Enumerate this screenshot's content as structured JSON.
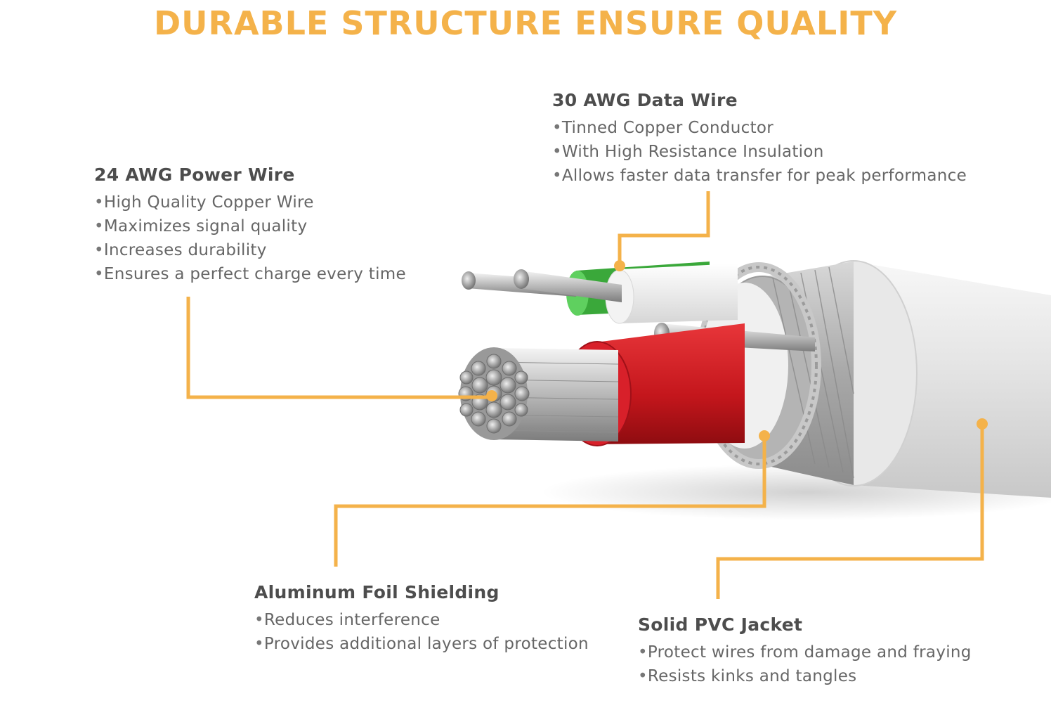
{
  "title": "DURABLE STRUCTURE ENSURE QUALITY",
  "accent_color": "#f4b24a",
  "callouts": {
    "data_wire": {
      "heading": "30 AWG Data Wire",
      "bullets": [
        "Tinned Copper Conductor",
        "With High Resistance Insulation",
        "Allows faster data transfer for peak performance"
      ]
    },
    "power_wire": {
      "heading": "24 AWG Power Wire",
      "bullets": [
        "High Quality Copper Wire",
        "Maximizes signal quality",
        "Increases durability",
        "Ensures a perfect charge every time"
      ]
    },
    "foil_shielding": {
      "heading": "Aluminum Foil Shielding",
      "bullets": [
        "Reduces interference",
        "Provides additional layers of protection"
      ]
    },
    "pvc_jacket": {
      "heading": "Solid PVC Jacket",
      "bullets": [
        "Protect wires from damage and fraying",
        "Resists kinks and tangles"
      ]
    }
  }
}
